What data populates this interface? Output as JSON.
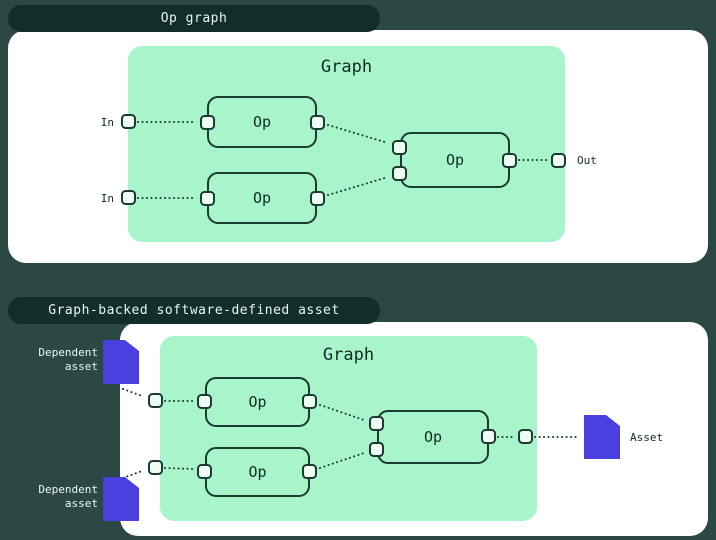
{
  "colors": {
    "bg": "#2C4845",
    "tab": "#122E2A",
    "card": "#FEFFFE",
    "green": "#A8F4CB",
    "line": "#1B3A34",
    "handle": "#EFFCF4",
    "asset": "#4B40DF",
    "ink": "#0E2D26",
    "light": "#EAF6EF"
  },
  "panel_op_graph": {
    "tab_label": "Op graph",
    "graph_title": "Graph",
    "op_labels": [
      "Op",
      "Op",
      "Op"
    ],
    "input_labels": [
      "In",
      "In"
    ],
    "output_label": "Out"
  },
  "panel_asset_graph": {
    "tab_label": "Graph-backed software-defined asset",
    "graph_title": "Graph",
    "op_labels": [
      "Op",
      "Op",
      "Op"
    ],
    "dependent_asset_labels": [
      "Dependent\nasset",
      "Dependent\nasset"
    ],
    "asset_label": "Asset"
  }
}
